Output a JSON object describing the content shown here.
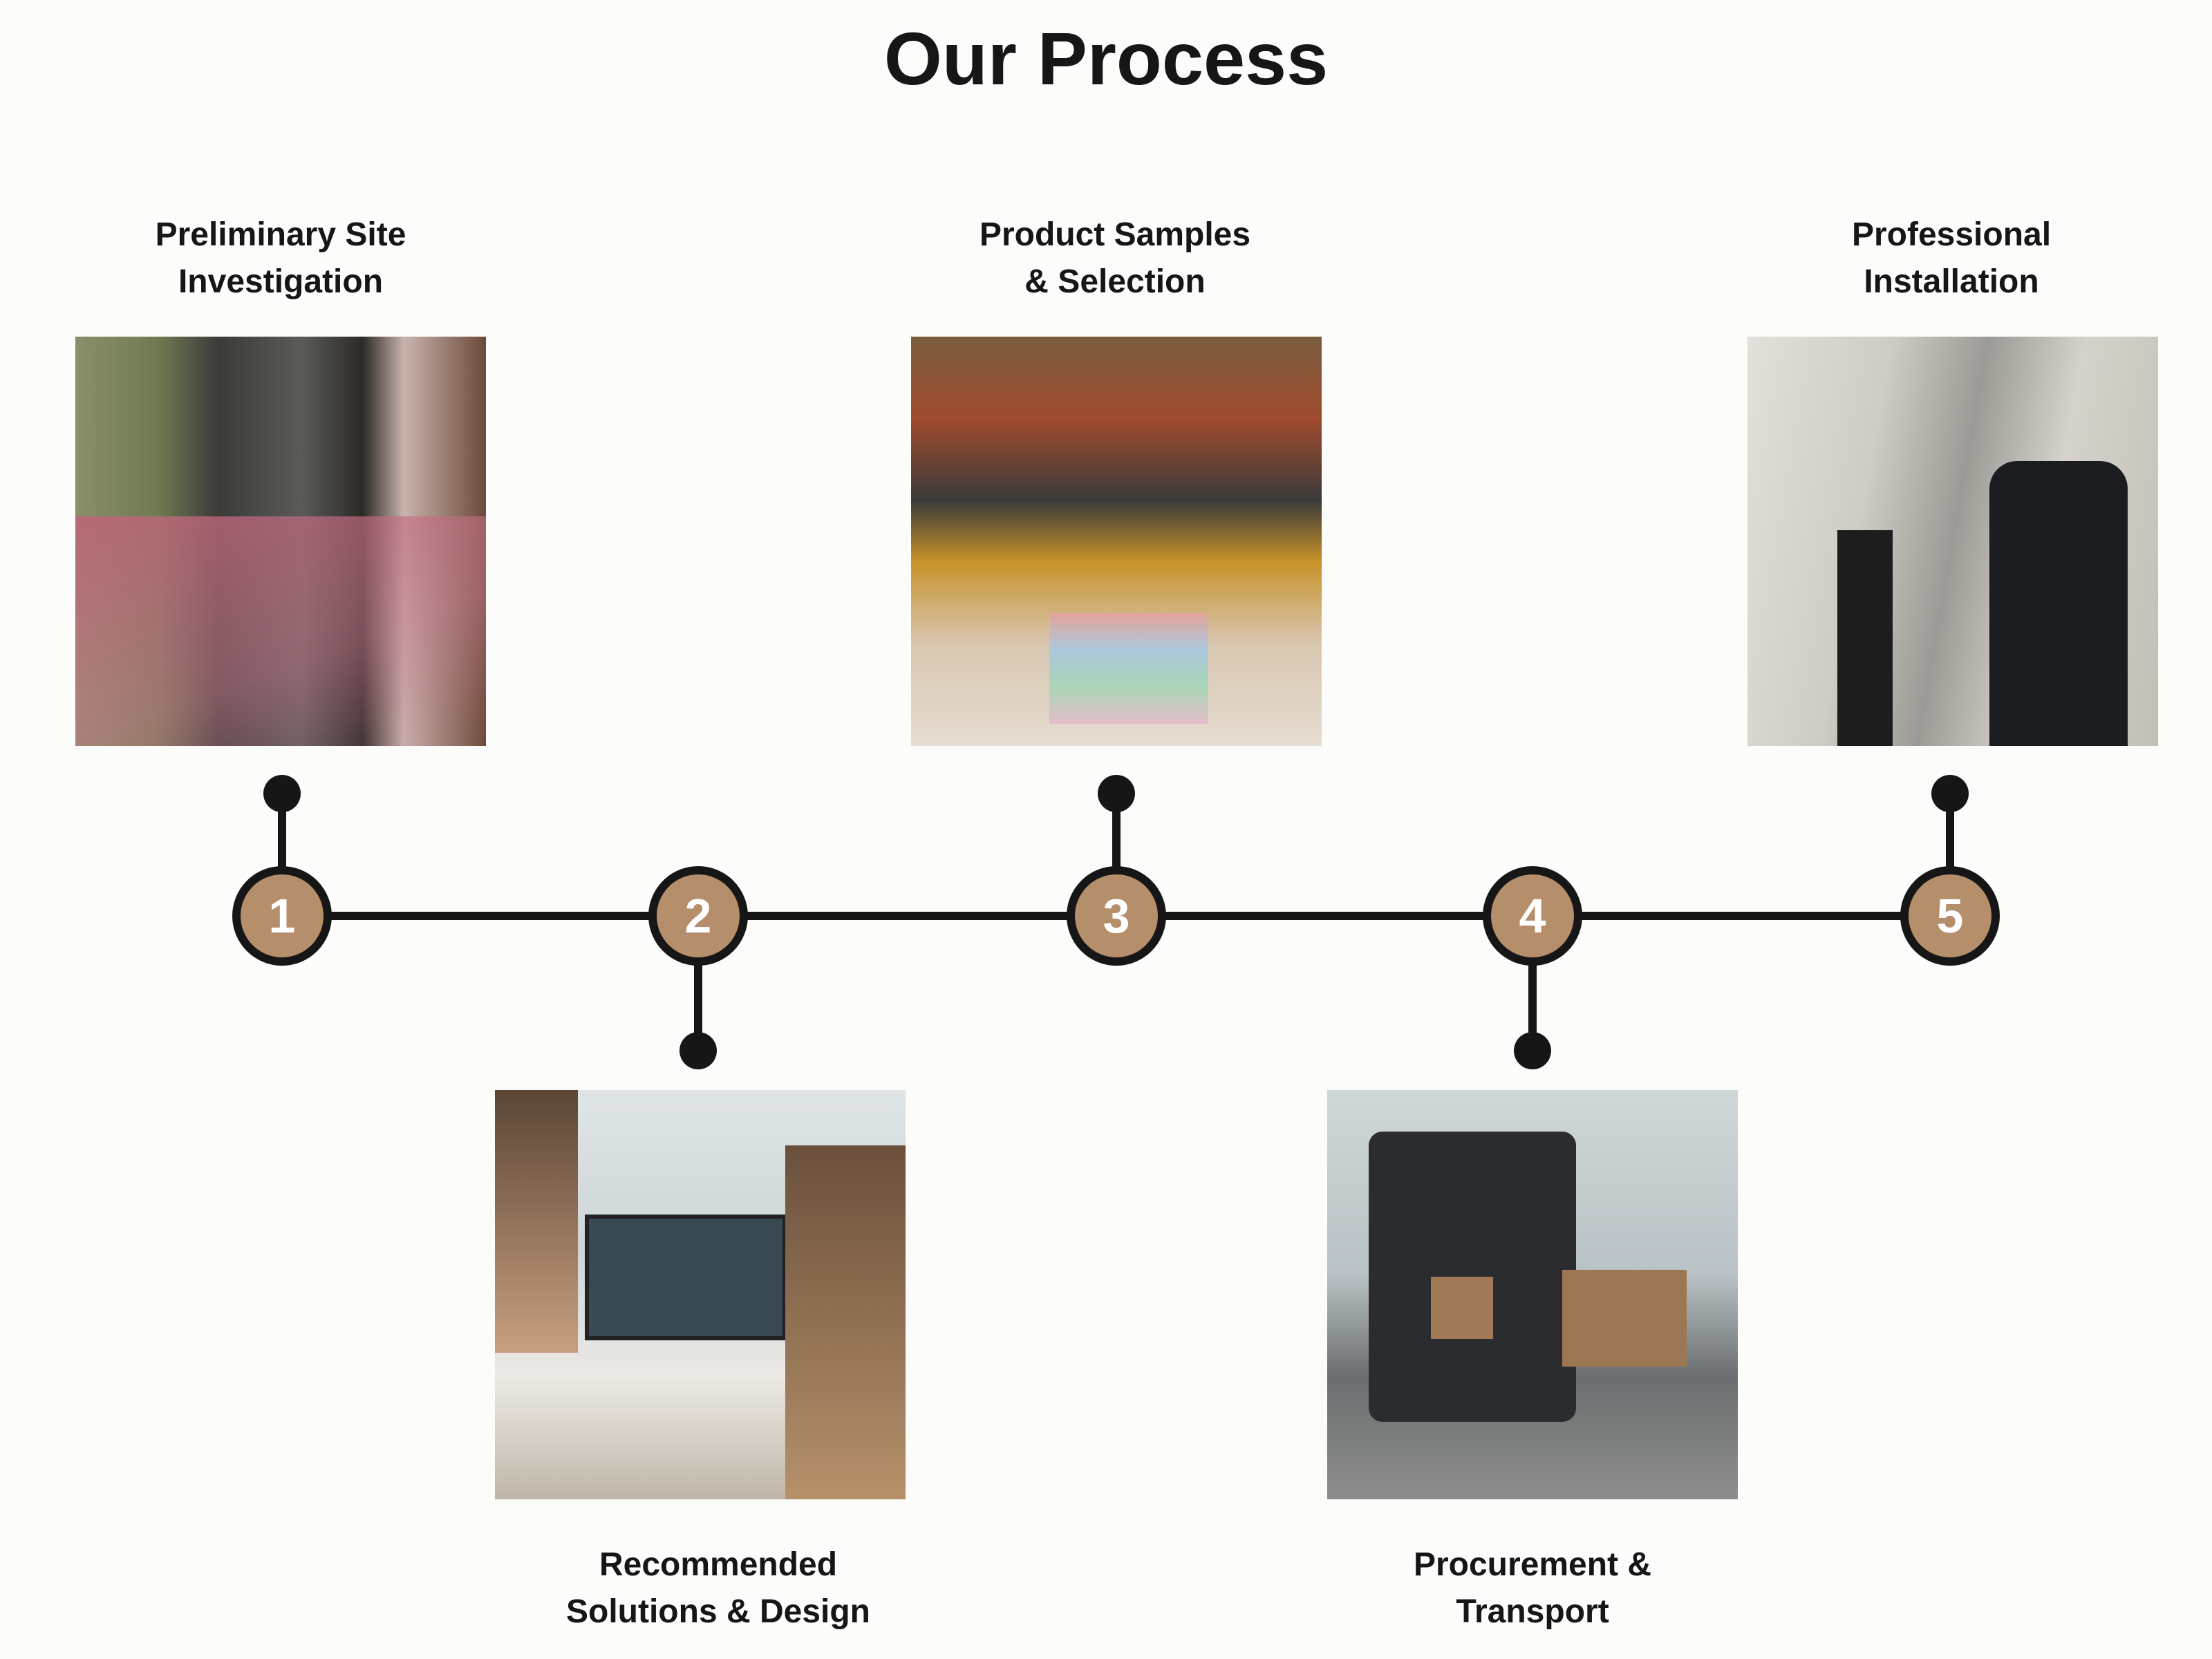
{
  "title": "Our Process",
  "accent_color": "#b58e6b",
  "line_color": "#161616",
  "steps": [
    {
      "number": "1",
      "label_line1": "Preliminary Site",
      "label_line2": "Investigation"
    },
    {
      "number": "2",
      "label_line1": "Recommended",
      "label_line2": "Solutions & Design"
    },
    {
      "number": "3",
      "label_line1": "Product Samples",
      "label_line2": "& Selection"
    },
    {
      "number": "4",
      "label_line1": "Procurement &",
      "label_line2": "Transport"
    },
    {
      "number": "5",
      "label_line1": "Professional",
      "label_line2": "Installation"
    }
  ]
}
